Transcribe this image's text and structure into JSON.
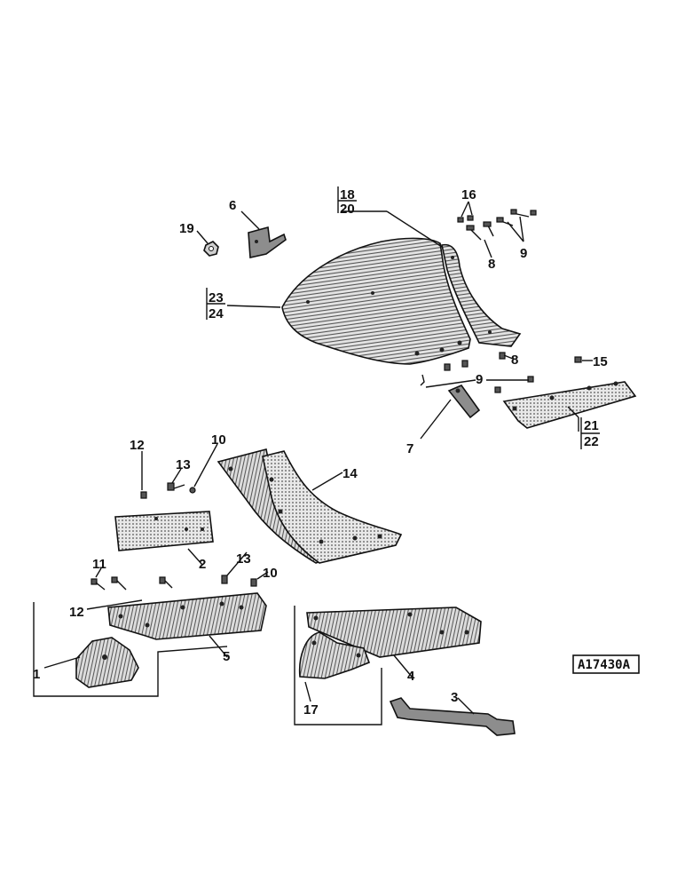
{
  "figure_code": "A17430A",
  "callouts": {
    "c1": "1",
    "c2": "2",
    "c3": "3",
    "c4": "4",
    "c5": "5",
    "c6": "6",
    "c7": "7",
    "c8a": "8",
    "c8b": "8",
    "c9a": "9",
    "c9b": "9",
    "c10a": "10",
    "c10b": "10",
    "c11": "11",
    "c12a": "12",
    "c12b": "12",
    "c13a": "13",
    "c13b": "13",
    "c14": "14",
    "c15": "15",
    "c16": "16",
    "c17": "17",
    "c18": "18",
    "c19": "19",
    "c20": "20",
    "c21": "21",
    "c22": "22",
    "c23": "23",
    "c24": "24"
  }
}
